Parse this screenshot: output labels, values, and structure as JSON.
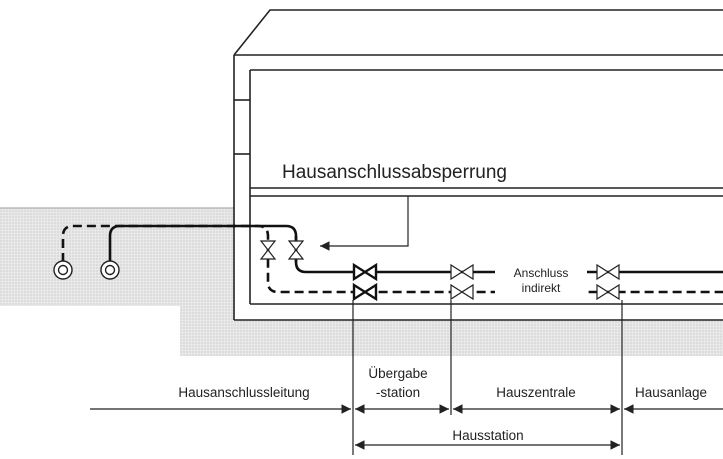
{
  "labels": {
    "shutoff": "Hausanschlussabsperrung",
    "connection_line": "Hausanschlussleitung",
    "transfer_station_line1": "Übergabe",
    "transfer_station_line2": "-station",
    "house_central": "Hauszentrale",
    "house_system": "Hausanlage",
    "house_station": "Hausstation",
    "connection_indirect_line1": "Anschluss",
    "connection_indirect_line2": "indirekt"
  },
  "colors": {
    "ground_fill": "#e6e6e6",
    "ground_dots": "#a8a8a8",
    "line": "#222222",
    "background": "#ffffff"
  },
  "icons": {
    "valve": "bowtie-valve-icon",
    "house_connection": "circle-target-icon",
    "arrow": "arrowhead-icon"
  }
}
